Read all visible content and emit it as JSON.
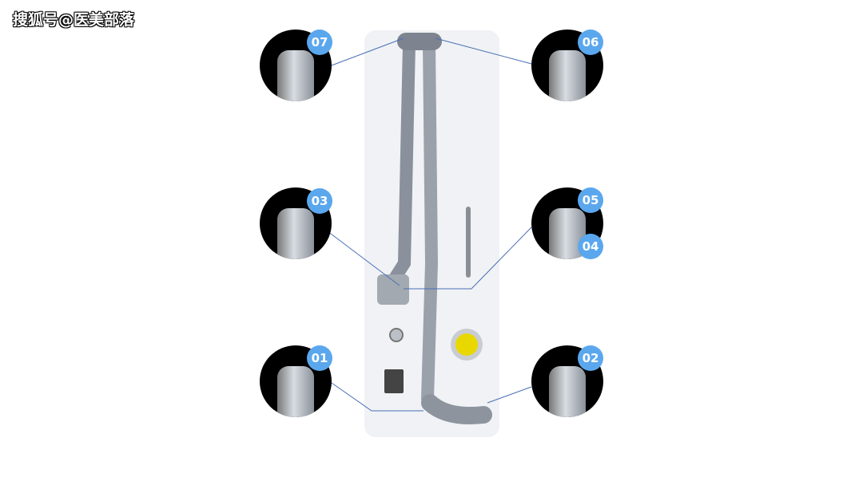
{
  "watermark": "搜狐号@医美部落",
  "callouts": [
    {
      "label": "07"
    },
    {
      "label": "06"
    },
    {
      "label": "03"
    },
    {
      "label": "05"
    },
    {
      "label": "04"
    },
    {
      "label": "01"
    },
    {
      "label": "02"
    }
  ],
  "colors": {
    "badge": "#5aa7ee",
    "line": "#4a6fb5",
    "arm": "#8a919c"
  }
}
